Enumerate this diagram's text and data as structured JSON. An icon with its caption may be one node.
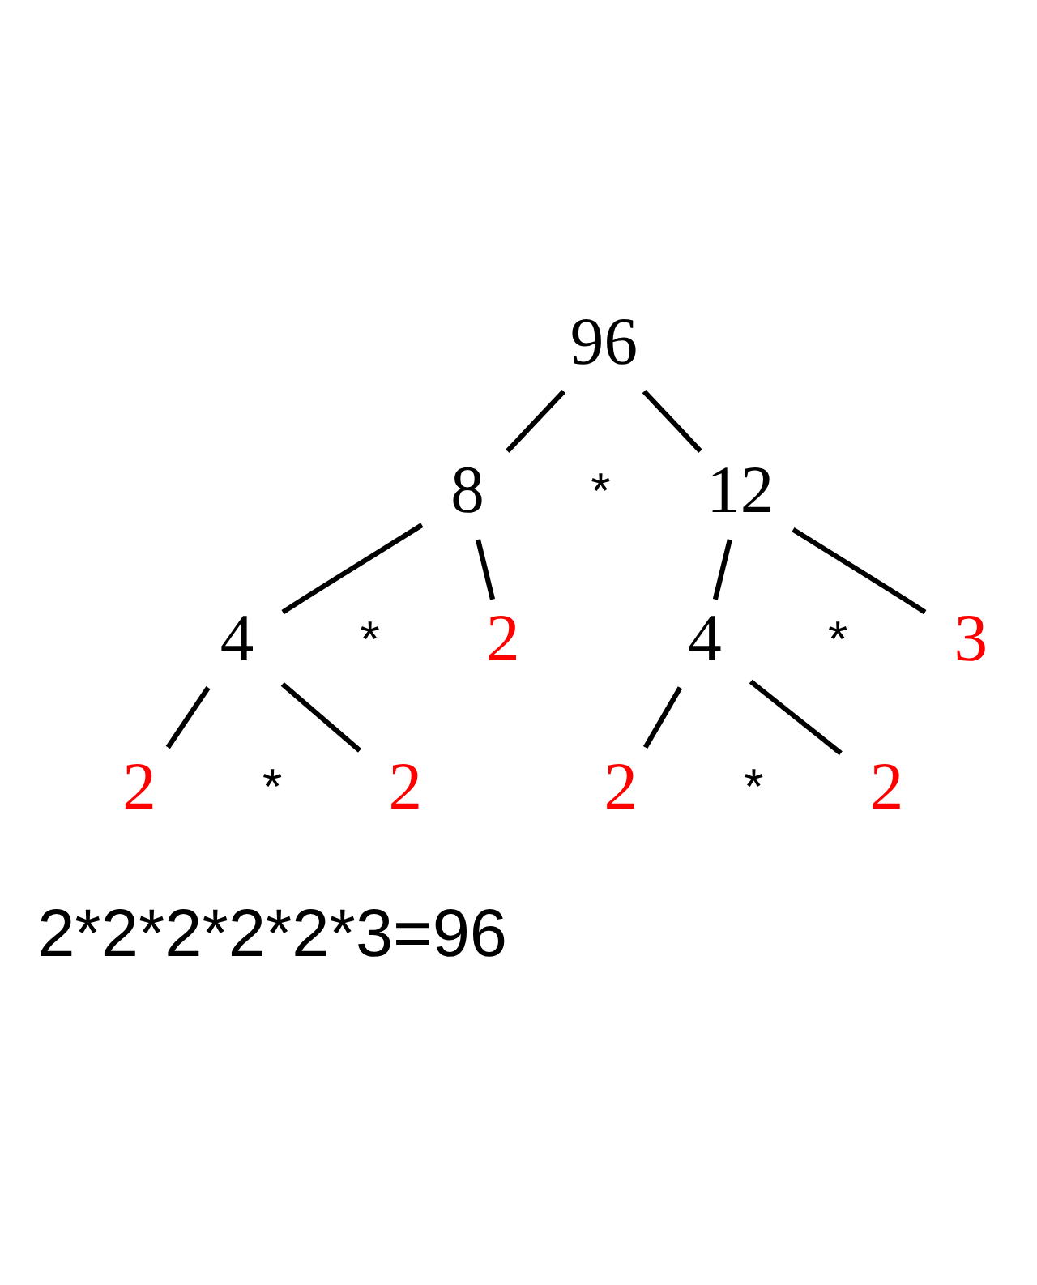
{
  "diagram": {
    "nodes": [
      {
        "text": [
          "96"
        ]
      },
      {
        "text": [
          "8"
        ]
      },
      {
        "text": [
          "12"
        ]
      },
      {
        "text": [
          "4"
        ]
      },
      {
        "text": [
          "2"
        ]
      },
      {
        "text": [
          "4"
        ]
      },
      {
        "text": [
          "3"
        ]
      },
      {
        "text": [
          "2"
        ]
      },
      {
        "text": [
          "2"
        ]
      },
      {
        "text": [
          "2"
        ]
      },
      {
        "text": [
          "2"
        ]
      }
    ],
    "edges": [
      {
        "from": 0,
        "to": 1,
        "arrow": "none"
      },
      {
        "from": 0,
        "to": 2,
        "arrow": "none"
      },
      {
        "from": 1,
        "to": 3,
        "arrow": "none"
      },
      {
        "from": 1,
        "to": 4,
        "arrow": "none"
      },
      {
        "from": 2,
        "to": 5,
        "arrow": "none"
      },
      {
        "from": 2,
        "to": 6,
        "arrow": "none"
      },
      {
        "from": 3,
        "to": 7,
        "arrow": "none"
      },
      {
        "from": 3,
        "to": 8,
        "arrow": "none"
      },
      {
        "from": 5,
        "to": 9,
        "arrow": "none"
      },
      {
        "from": 5,
        "to": 10,
        "arrow": "none"
      }
    ],
    "labels": [
      "*",
      "*",
      "*",
      "*",
      "*",
      "2*2*2*2*2*3=96"
    ]
  }
}
